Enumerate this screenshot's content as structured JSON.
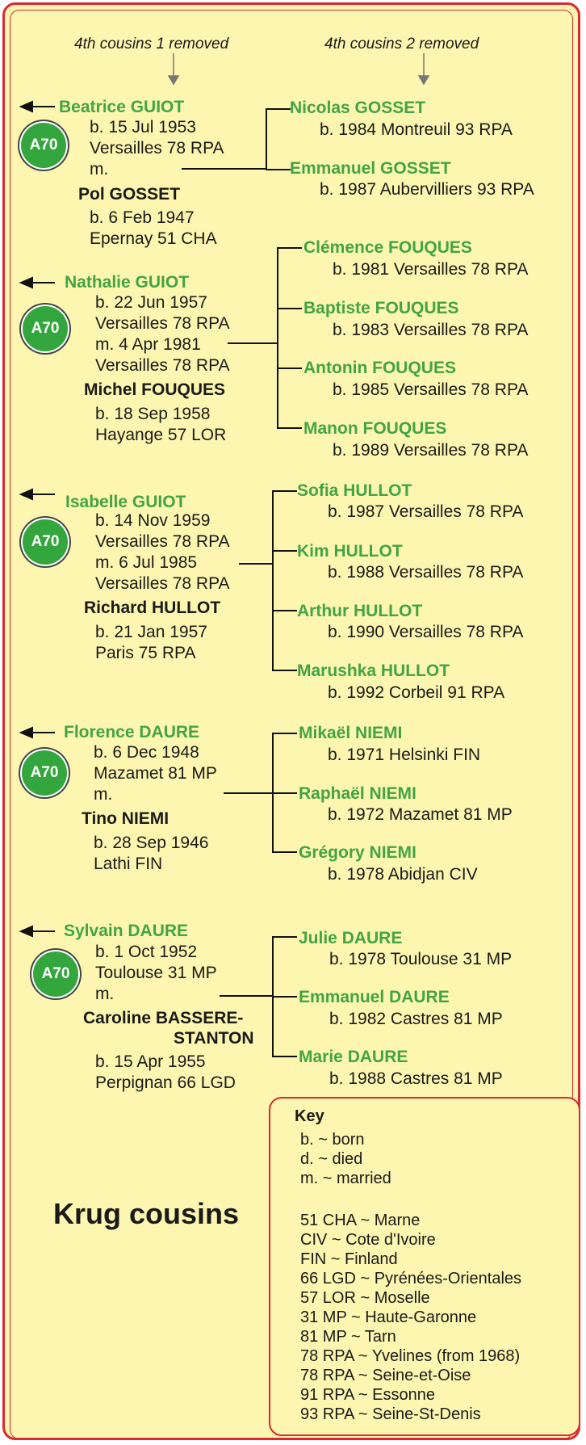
{
  "headers": {
    "left": "4th cousins 1 removed",
    "right": "4th cousins 2 removed"
  },
  "badge": "A70",
  "families": [
    {
      "cousin": "Beatrice GUIOT",
      "cousin_lines": [
        "b. 15 Jul 1953",
        "Versailles 78 RPA",
        "m."
      ],
      "spouse": "Pol GOSSET",
      "spouse_lines": [
        "b. 6 Feb 1947",
        "Epernay 51 CHA"
      ],
      "children": [
        {
          "name": "Nicolas GOSSET",
          "detail": "b. 1984 Montreuil 93 RPA"
        },
        {
          "name": "Emmanuel GOSSET",
          "detail": "b. 1987 Aubervilliers 93 RPA"
        }
      ]
    },
    {
      "cousin": "Nathalie  GUIOT",
      "cousin_lines": [
        "b. 22 Jun 1957",
        "Versailles 78 RPA",
        "m. 4 Apr 1981",
        "Versailles 78 RPA"
      ],
      "spouse": "Michel FOUQUES",
      "spouse_lines": [
        "b. 18 Sep 1958",
        "Hayange 57 LOR"
      ],
      "children": [
        {
          "name": "Clémence FOUQUES",
          "detail": "b. 1981 Versailles 78 RPA"
        },
        {
          "name": "Baptiste FOUQUES",
          "detail": "b. 1983 Versailles 78 RPA"
        },
        {
          "name": "Antonin FOUQUES",
          "detail": "b. 1985 Versailles 78 RPA"
        },
        {
          "name": "Manon FOUQUES",
          "detail": "b. 1989 Versailles 78 RPA"
        }
      ]
    },
    {
      "cousin": "Isabelle GUIOT",
      "cousin_lines": [
        "b. 14 Nov 1959",
        "Versailles 78 RPA",
        "m. 6 Jul 1985",
        "Versailles 78 RPA"
      ],
      "spouse": "Richard HULLOT",
      "spouse_lines": [
        "b. 21 Jan 1957",
        "Paris 75 RPA"
      ],
      "children": [
        {
          "name": "Sofia HULLOT",
          "detail": "b. 1987 Versailles 78 RPA"
        },
        {
          "name": "Kim HULLOT",
          "detail": "b. 1988 Versailles 78 RPA"
        },
        {
          "name": "Arthur HULLOT",
          "detail": "b. 1990 Versailles 78 RPA"
        },
        {
          "name": "Marushka HULLOT",
          "detail": "b. 1992 Corbeil 91 RPA"
        }
      ]
    },
    {
      "cousin": "Florence DAURE",
      "cousin_lines": [
        "b. 6 Dec 1948",
        "Mazamet 81 MP",
        "m."
      ],
      "spouse": "Tino NIEMI",
      "spouse_lines": [
        "b. 28 Sep 1946",
        "Lathi FIN"
      ],
      "children": [
        {
          "name": "Mikaël NIEMI",
          "detail": "b. 1971 Helsinki FIN"
        },
        {
          "name": "Raphaël NIEMI",
          "detail": "b. 1972 Mazamet 81 MP"
        },
        {
          "name": "Grégory NIEMI",
          "detail": "b. 1978 Abidjan CIV"
        }
      ]
    },
    {
      "cousin": "Sylvain DAURE",
      "cousin_lines": [
        "b. 1 Oct 1952",
        "Toulouse 31 MP",
        "m."
      ],
      "spouse": "Caroline BASSERE-",
      "spouse2": "STANTON",
      "spouse_lines": [
        "b. 15 Apr 1955",
        "Perpignan 66 LGD"
      ],
      "children": [
        {
          "name": "Julie DAURE",
          "detail": "b. 1978 Toulouse 31 MP"
        },
        {
          "name": "Emmanuel DAURE",
          "detail": "b. 1982 Castres 81 MP"
        },
        {
          "name": "Marie DAURE",
          "detail": "b. 1988 Castres 81 MP"
        }
      ]
    }
  ],
  "title": "Krug cousins",
  "key": {
    "heading": "Key",
    "abbrev": [
      "b. ~ born",
      "d. ~ died",
      "m. ~ married"
    ],
    "places": [
      "51 CHA ~ Marne",
      "CIV ~ Cote d'Ivoire",
      "FIN ~ Finland",
      "66 LGD ~ Pyrénées-Orientales",
      "57 LOR ~ Moselle",
      "31 MP ~ Haute-Garonne",
      "81 MP ~ Tarn",
      "78 RPA ~ Yvelines (from 1968)",
      "78 RPA ~ Seine-et-Oise",
      "91 RPA ~ Essonne",
      "93 RPA ~ Seine-St-Denis"
    ]
  },
  "colors": {
    "frame": "#d9282f",
    "background": "#fdf6b0",
    "name_green": "#42a443",
    "badge": "#34a63e"
  }
}
